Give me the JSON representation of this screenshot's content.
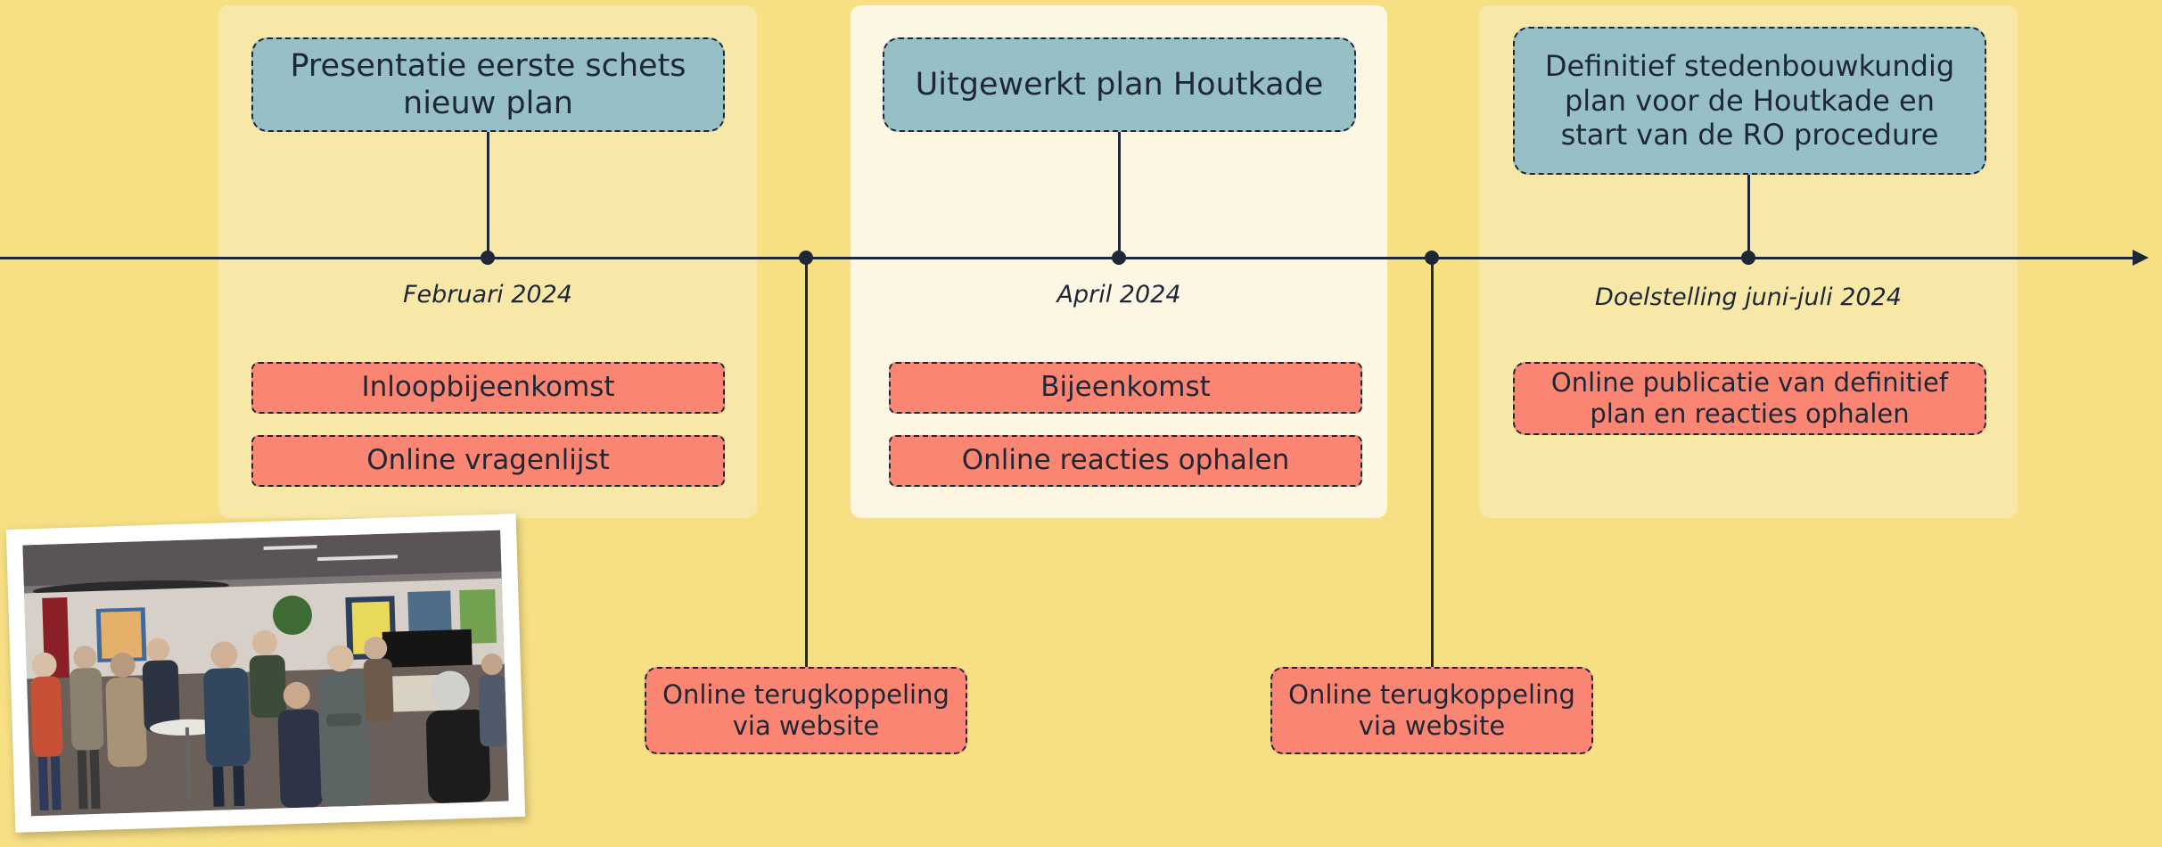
{
  "stage1": {
    "plan": "Presentatie eerste schets nieuw plan",
    "date": "Februari 2024",
    "activities": [
      "Inloopbijeenkomst",
      "Online vragenlijst"
    ]
  },
  "stage2": {
    "plan": "Uitgewerkt plan Houtkade",
    "date": "April 2024",
    "activities": [
      "Bijeenkomst",
      "Online reacties ophalen"
    ]
  },
  "stage3": {
    "plan": "Definitief stedenbouwkundig plan voor de Houtkade en start van de RO procedure",
    "date": "Doelstelling juni-juli 2024",
    "activities": [
      "Online publicatie van definitief plan en reacties ophalen"
    ]
  },
  "feedback": [
    "Online terugkoppeling via website",
    "Online terugkoppeling via website"
  ],
  "colors": {
    "background": "#f7df84",
    "plan_box": "#96c0c6",
    "activity_box": "#fa8573",
    "line": "#1e2735"
  }
}
